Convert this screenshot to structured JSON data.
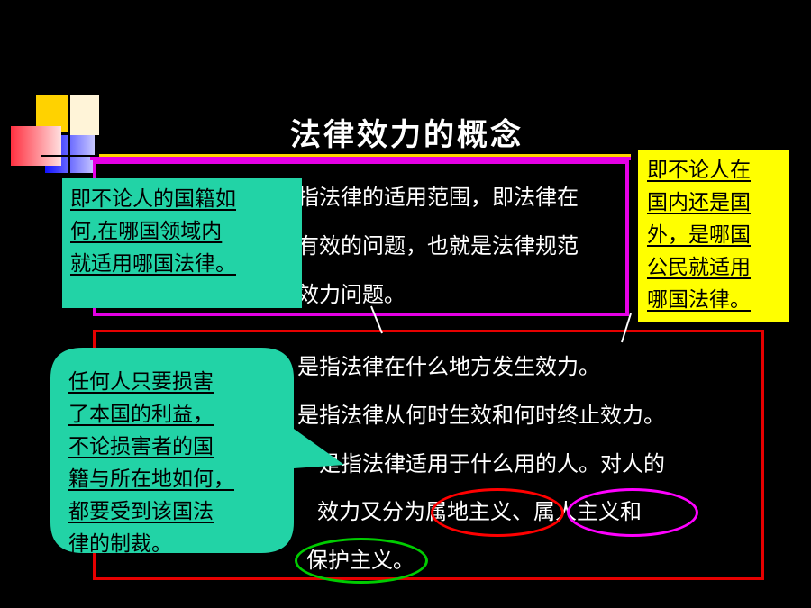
{
  "slide": {
    "title": "法律效力的概念",
    "top_section": {
      "lines": [
        "指法律的适用范围，即法律在",
        "有效的问题，也就是法律规范",
        "效力问题。"
      ]
    },
    "bottom_section": {
      "lines": [
        "是指法律在什么地方发生效力。",
        "是指法律从何时生效和何时终止效力。",
        "一是指法律适用于什么用的人。对人的",
        "效力又分为",
        "属地主义",
        "、",
        "属人主义",
        "和",
        "保护主义",
        "。"
      ]
    },
    "notes": {
      "left_top": [
        "即不论人的国籍如",
        "何,在哪国领域内",
        "就适用哪国法律。"
      ],
      "right": [
        "即不论人在",
        "国内还是国",
        "外，是哪国",
        "公民就适用",
        "哪国法律。"
      ],
      "callout": [
        "任何人只要损害",
        "了本国的利益，",
        "不论损害者的国",
        "籍与所在地如何，",
        "都要受到该国法",
        "律的制裁。"
      ]
    },
    "colors": {
      "background": "#000000",
      "top_frame": "#e600e6",
      "bottom_frame": "#e60000",
      "note_teal": "#22d3a6",
      "note_yellow": "#ffff00",
      "ellipse_red": "#ff0000",
      "ellipse_magenta": "#ff00ff",
      "ellipse_green": "#00cc00"
    }
  }
}
